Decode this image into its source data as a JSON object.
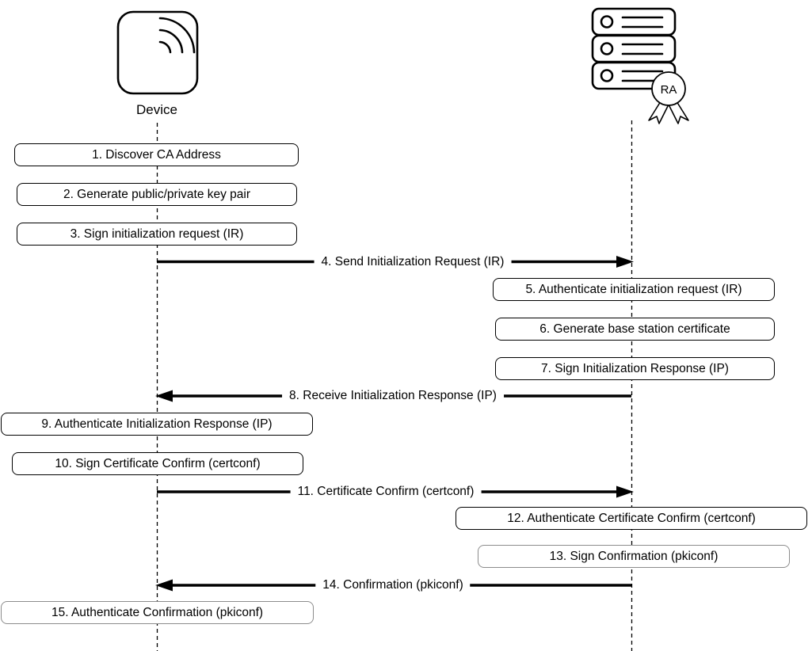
{
  "diagram_type": "sequence-diagram",
  "actors": {
    "left": {
      "label": "Device",
      "icon": "wireless-device-icon"
    },
    "right": {
      "badge": "RA",
      "icon": "server-stack-icon"
    }
  },
  "colors": {
    "stroke": "#000000",
    "gray_border": "#8c8c8c",
    "background": "#ffffff"
  },
  "steps": [
    {
      "num": 1,
      "label": "1. Discover CA Address",
      "kind": "action",
      "actor": "device"
    },
    {
      "num": 2,
      "label": "2. Generate public/private key pair",
      "kind": "action",
      "actor": "device"
    },
    {
      "num": 3,
      "label": "3. Sign initialization request (IR)",
      "kind": "action",
      "actor": "device"
    },
    {
      "num": 4,
      "label": "4. Send Initialization Request (IR)",
      "kind": "message",
      "direction": "device-to-ra"
    },
    {
      "num": 5,
      "label": "5. Authenticate initialization request (IR)",
      "kind": "action",
      "actor": "ra"
    },
    {
      "num": 6,
      "label": "6. Generate base station certificate",
      "kind": "action",
      "actor": "ra"
    },
    {
      "num": 7,
      "label": "7. Sign Initialization Response (IP)",
      "kind": "action",
      "actor": "ra"
    },
    {
      "num": 8,
      "label": "8. Receive Initialization Response (IP)",
      "kind": "message",
      "direction": "ra-to-device"
    },
    {
      "num": 9,
      "label": "9. Authenticate Initialization Response (IP)",
      "kind": "action",
      "actor": "device"
    },
    {
      "num": 10,
      "label": "10. Sign Certificate Confirm (certconf)",
      "kind": "action",
      "actor": "device"
    },
    {
      "num": 11,
      "label": "11. Certificate Confirm (certconf)",
      "kind": "message",
      "direction": "device-to-ra"
    },
    {
      "num": 12,
      "label": "12. Authenticate Certificate Confirm (certconf)",
      "kind": "action",
      "actor": "ra"
    },
    {
      "num": 13,
      "label": "13. Sign Confirmation (pkiconf)",
      "kind": "action",
      "actor": "ra"
    },
    {
      "num": 14,
      "label": "14. Confirmation (pkiconf)",
      "kind": "message",
      "direction": "ra-to-device"
    },
    {
      "num": 15,
      "label": "15. Authenticate Confirmation (pkiconf)",
      "kind": "action",
      "actor": "device"
    }
  ]
}
